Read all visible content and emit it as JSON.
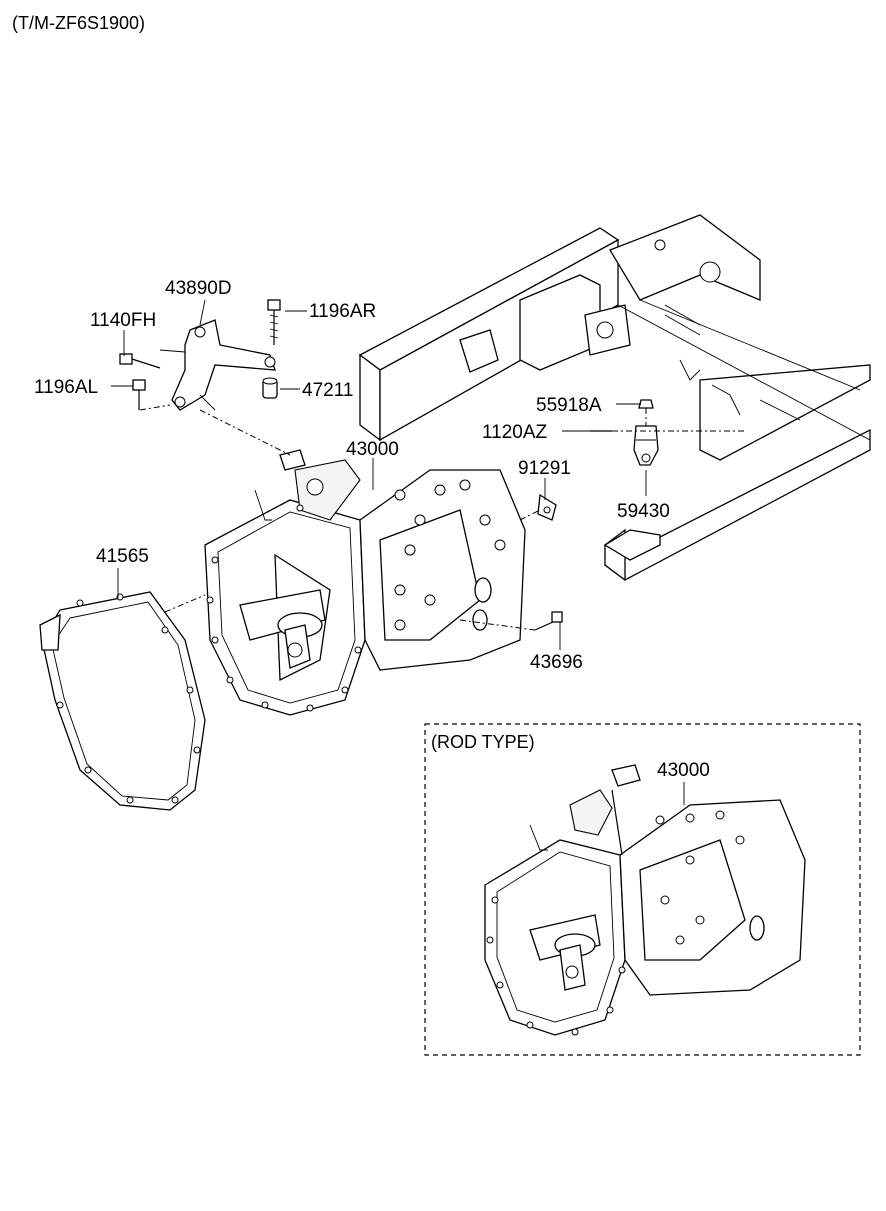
{
  "header": {
    "model_code": "(T/M-ZF6S1900)"
  },
  "callouts": {
    "p43890D": "43890D",
    "p1196AR": "1196AR",
    "p1140FH": "1140FH",
    "p1196AL": "1196AL",
    "p47211": "47211",
    "p43000": "43000",
    "p91291": "91291",
    "p55918A": "55918A",
    "p1120AZ": "1120AZ",
    "p59430": "59430",
    "p41565": "41565",
    "p43696": "43696"
  },
  "rod_type": {
    "title": "(ROD TYPE)",
    "p43000": "43000"
  }
}
